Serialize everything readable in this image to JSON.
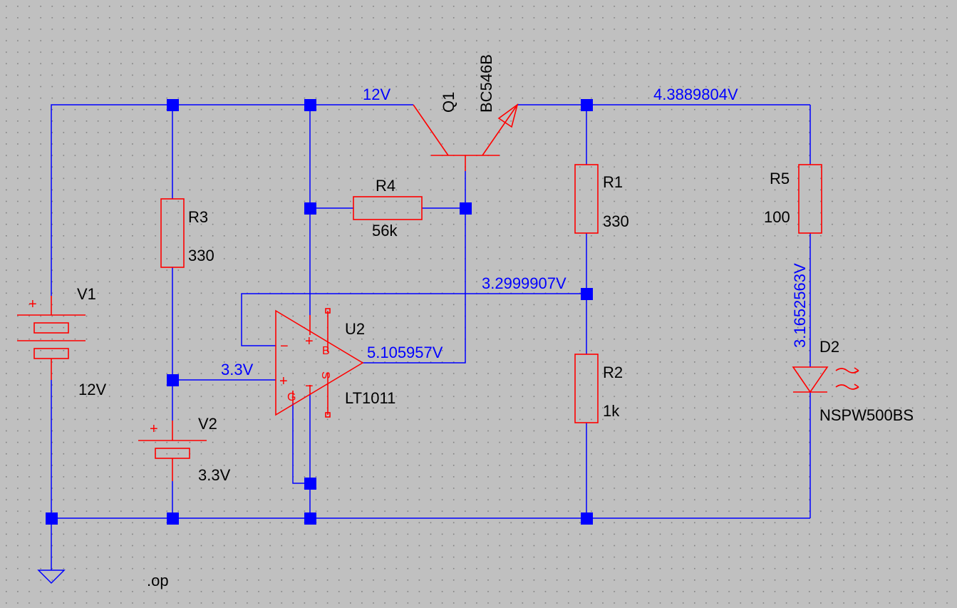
{
  "colors": {
    "background": "#c0c0c0",
    "wire": "#0000ff",
    "component": "#ff0000",
    "text": "#000000",
    "grid_dot": "#808080"
  },
  "components": {
    "v1": {
      "name": "V1",
      "value": "12V"
    },
    "v2": {
      "name": "V2",
      "value": "3.3V"
    },
    "r1": {
      "name": "R1",
      "value": "330"
    },
    "r2": {
      "name": "R2",
      "value": "1k"
    },
    "r3": {
      "name": "R3",
      "value": "330"
    },
    "r4": {
      "name": "R4",
      "value": "56k"
    },
    "r5": {
      "name": "R5",
      "value": "100"
    },
    "q1": {
      "name": "Q1",
      "model": "BC546B"
    },
    "u2": {
      "name": "U2",
      "model": "LT1011",
      "pin_b": "B",
      "pin_s": "S",
      "pin_g": "G",
      "plus": "+",
      "minus": "−"
    },
    "d2": {
      "name": "D2",
      "model": "NSPW500BS"
    }
  },
  "net_labels": {
    "supply": "12V",
    "emitter": "4.3889804V",
    "feedback": "3.2999907V",
    "output": "5.105957V",
    "reference": "3.3V",
    "led_anode": "3.1652563V"
  },
  "directive": ".op",
  "polarity": "+"
}
